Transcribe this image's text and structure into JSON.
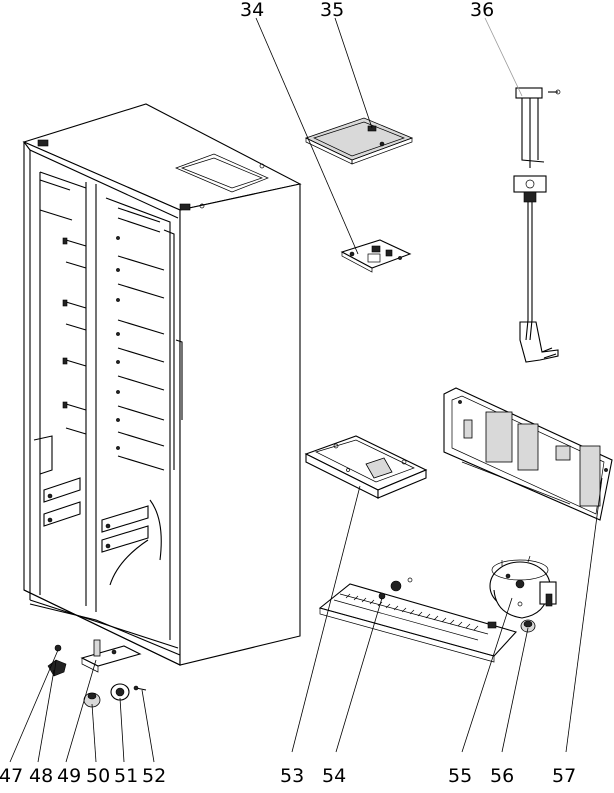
{
  "callouts": [
    {
      "id": "34",
      "label": "34"
    },
    {
      "id": "35",
      "label": "35"
    },
    {
      "id": "36",
      "label": "36"
    },
    {
      "id": "47",
      "label": "47"
    },
    {
      "id": "48",
      "label": "48"
    },
    {
      "id": "49",
      "label": "49"
    },
    {
      "id": "50",
      "label": "50"
    },
    {
      "id": "51",
      "label": "51"
    },
    {
      "id": "52",
      "label": "52"
    },
    {
      "id": "53",
      "label": "53"
    },
    {
      "id": "54",
      "label": "54"
    },
    {
      "id": "55",
      "label": "55"
    },
    {
      "id": "56",
      "label": "56"
    },
    {
      "id": "57",
      "label": "57"
    }
  ]
}
